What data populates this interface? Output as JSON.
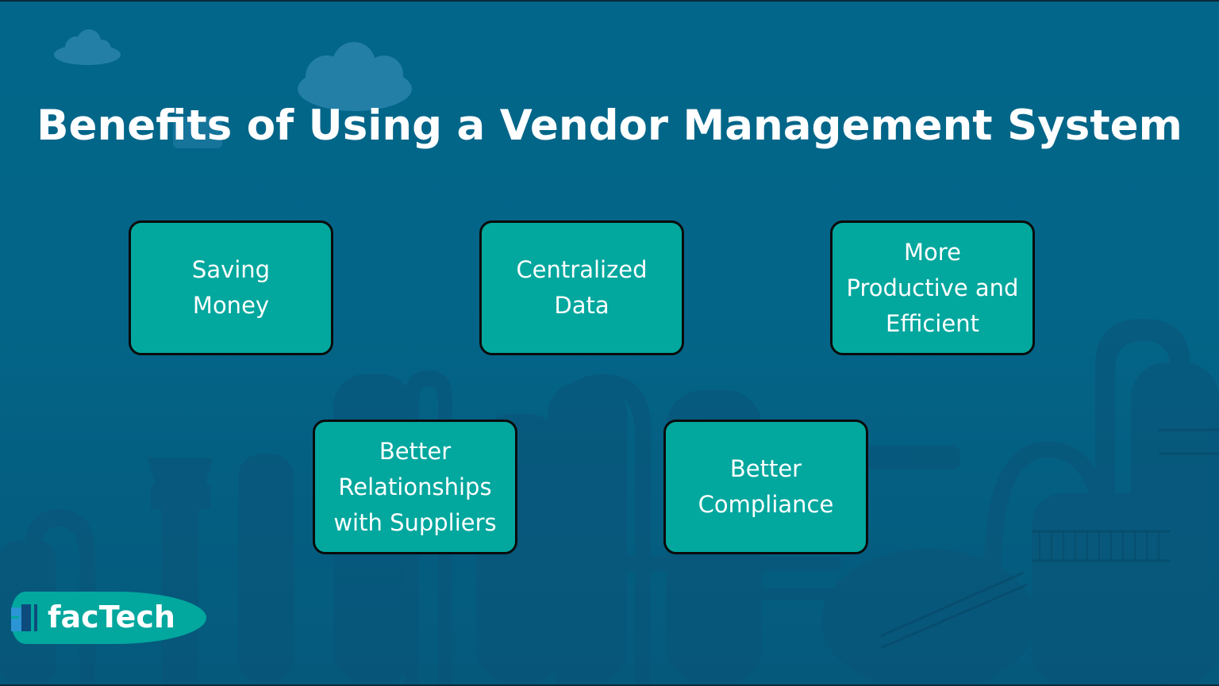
{
  "slide": {
    "title": "Benefits of Using a Vendor Management System",
    "colors": {
      "background": "#036588",
      "box_fill": "#02a79e",
      "box_border": "#0b0b0b",
      "text": "#ffffff",
      "logo_fill": "#02a79e",
      "logo_mark_light": "#2b95d6",
      "logo_mark_dark": "#0d4b7c"
    },
    "benefits": [
      {
        "lines": [
          "Saving",
          "Money"
        ]
      },
      {
        "lines": [
          "Centralized",
          "Data"
        ]
      },
      {
        "lines": [
          "More",
          "Productive and",
          "Efficient"
        ]
      },
      {
        "lines": [
          "Better",
          "Relationships",
          "with Suppliers"
        ]
      },
      {
        "lines": [
          "Better",
          "Compliance"
        ]
      }
    ]
  },
  "logo": {
    "text": "facTech",
    "icon": "building-bars-icon"
  },
  "background": {
    "decorations": [
      "cloud-icon",
      "cloud-icon",
      "industrial-plant-illustration"
    ]
  }
}
